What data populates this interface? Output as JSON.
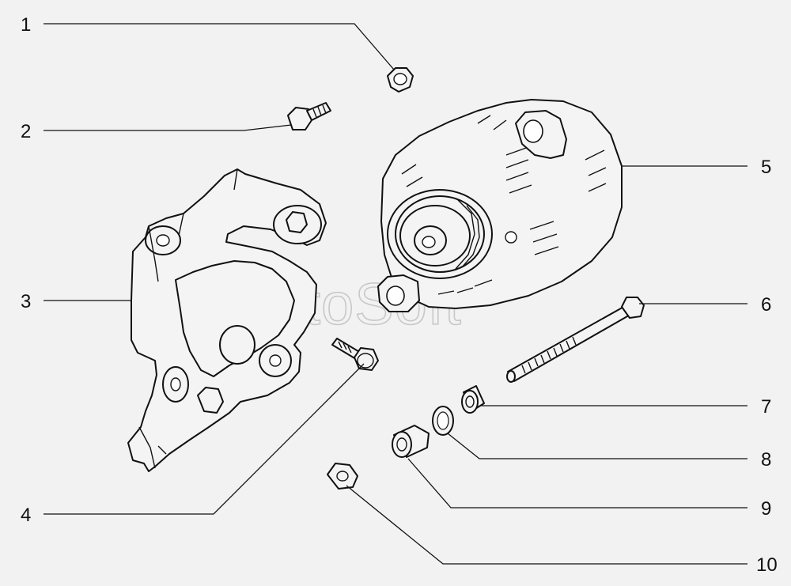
{
  "watermark": "AutoSoft",
  "callouts": {
    "c1": "1",
    "c2": "2",
    "c3": "3",
    "c4": "4",
    "c5": "5",
    "c6": "6",
    "c7": "7",
    "c8": "8",
    "c9": "9",
    "c10": "10"
  }
}
